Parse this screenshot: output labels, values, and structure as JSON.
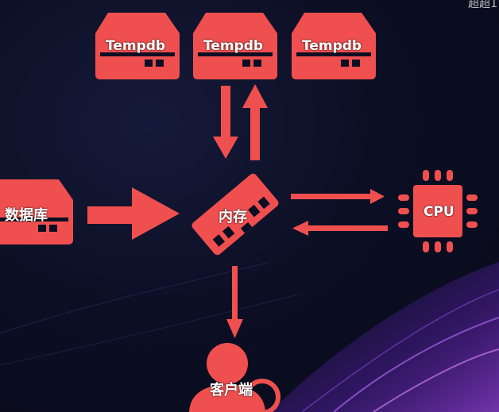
{
  "nodes": {
    "tempdb_1": {
      "label": "Tempdb"
    },
    "tempdb_2": {
      "label": "Tempdb"
    },
    "tempdb_3": {
      "label": "Tempdb"
    },
    "database": {
      "label": "数据库"
    },
    "memory": {
      "label": "内存"
    },
    "cpu": {
      "label": "CPU"
    },
    "client": {
      "label": "客户端"
    }
  },
  "corner_text": "超超1",
  "colors": {
    "accent": "#f04f4f",
    "background": "#0c0f24",
    "swoosh": "#7b2bd1"
  }
}
